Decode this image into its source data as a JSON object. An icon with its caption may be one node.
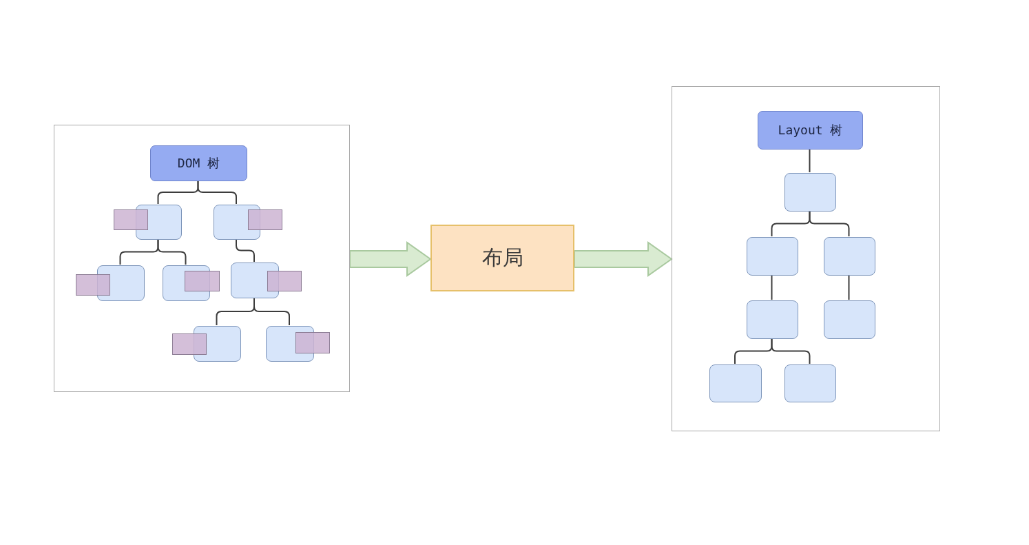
{
  "diagram": {
    "nodes": [
      {
        "text": [],
        "shape": "box"
      },
      {
        "text": [
          "DOM 树"
        ],
        "in": 0
      },
      {
        "text": [],
        "shape": "box",
        "in": 0
      },
      {
        "text": [],
        "shape": "box",
        "in": 0
      },
      {
        "text": [],
        "shape": "box",
        "in": 0
      },
      {
        "text": [],
        "shape": "box",
        "in": 0
      },
      {
        "text": [],
        "shape": "box",
        "in": 0
      },
      {
        "text": [],
        "shape": "box",
        "in": 0
      },
      {
        "text": [],
        "shape": "box",
        "in": 0
      },
      {
        "text": [],
        "shape": "box",
        "in": 0
      },
      {
        "text": [],
        "shape": "box",
        "in": 0
      },
      {
        "text": [],
        "shape": "box",
        "in": 0
      },
      {
        "text": [],
        "shape": "box",
        "in": 0
      },
      {
        "text": [],
        "shape": "box",
        "in": 0
      },
      {
        "text": [],
        "shape": "box",
        "in": 0
      },
      {
        "text": [],
        "shape": "box",
        "in": 0
      },
      {
        "text": [
          "布局"
        ]
      },
      {
        "text": [],
        "shape": "box"
      },
      {
        "text": [
          "Layout 树"
        ],
        "in": 17
      },
      {
        "text": [],
        "shape": "box",
        "in": 17
      },
      {
        "text": [],
        "shape": "box",
        "in": 17
      },
      {
        "text": [],
        "shape": "box",
        "in": 17
      },
      {
        "text": [],
        "shape": "box",
        "in": 17
      },
      {
        "text": [],
        "shape": "box",
        "in": 17
      },
      {
        "text": [],
        "shape": "box",
        "in": 17
      },
      {
        "text": [],
        "shape": "box",
        "in": 17
      }
    ],
    "edges": [
      {
        "from": 0,
        "to": 16,
        "arrow": "to"
      },
      {
        "from": 16,
        "to": 17,
        "arrow": "to"
      },
      {
        "from": 1,
        "to": 2,
        "arrow": "none"
      },
      {
        "from": 1,
        "to": 4,
        "arrow": "none"
      },
      {
        "from": 2,
        "to": 6,
        "arrow": "none"
      },
      {
        "from": 2,
        "to": 8,
        "arrow": "none"
      },
      {
        "from": 4,
        "to": 10,
        "arrow": "none"
      },
      {
        "from": 10,
        "to": 12,
        "arrow": "none"
      },
      {
        "from": 10,
        "to": 14,
        "arrow": "none"
      },
      {
        "from": 18,
        "to": 19,
        "arrow": "none"
      },
      {
        "from": 19,
        "to": 20,
        "arrow": "none"
      },
      {
        "from": 19,
        "to": 21,
        "arrow": "none"
      },
      {
        "from": 20,
        "to": 22,
        "arrow": "none"
      },
      {
        "from": 21,
        "to": 23,
        "arrow": "none"
      },
      {
        "from": 22,
        "to": 24,
        "arrow": "none"
      },
      {
        "from": 22,
        "to": 25,
        "arrow": "none"
      }
    ]
  }
}
